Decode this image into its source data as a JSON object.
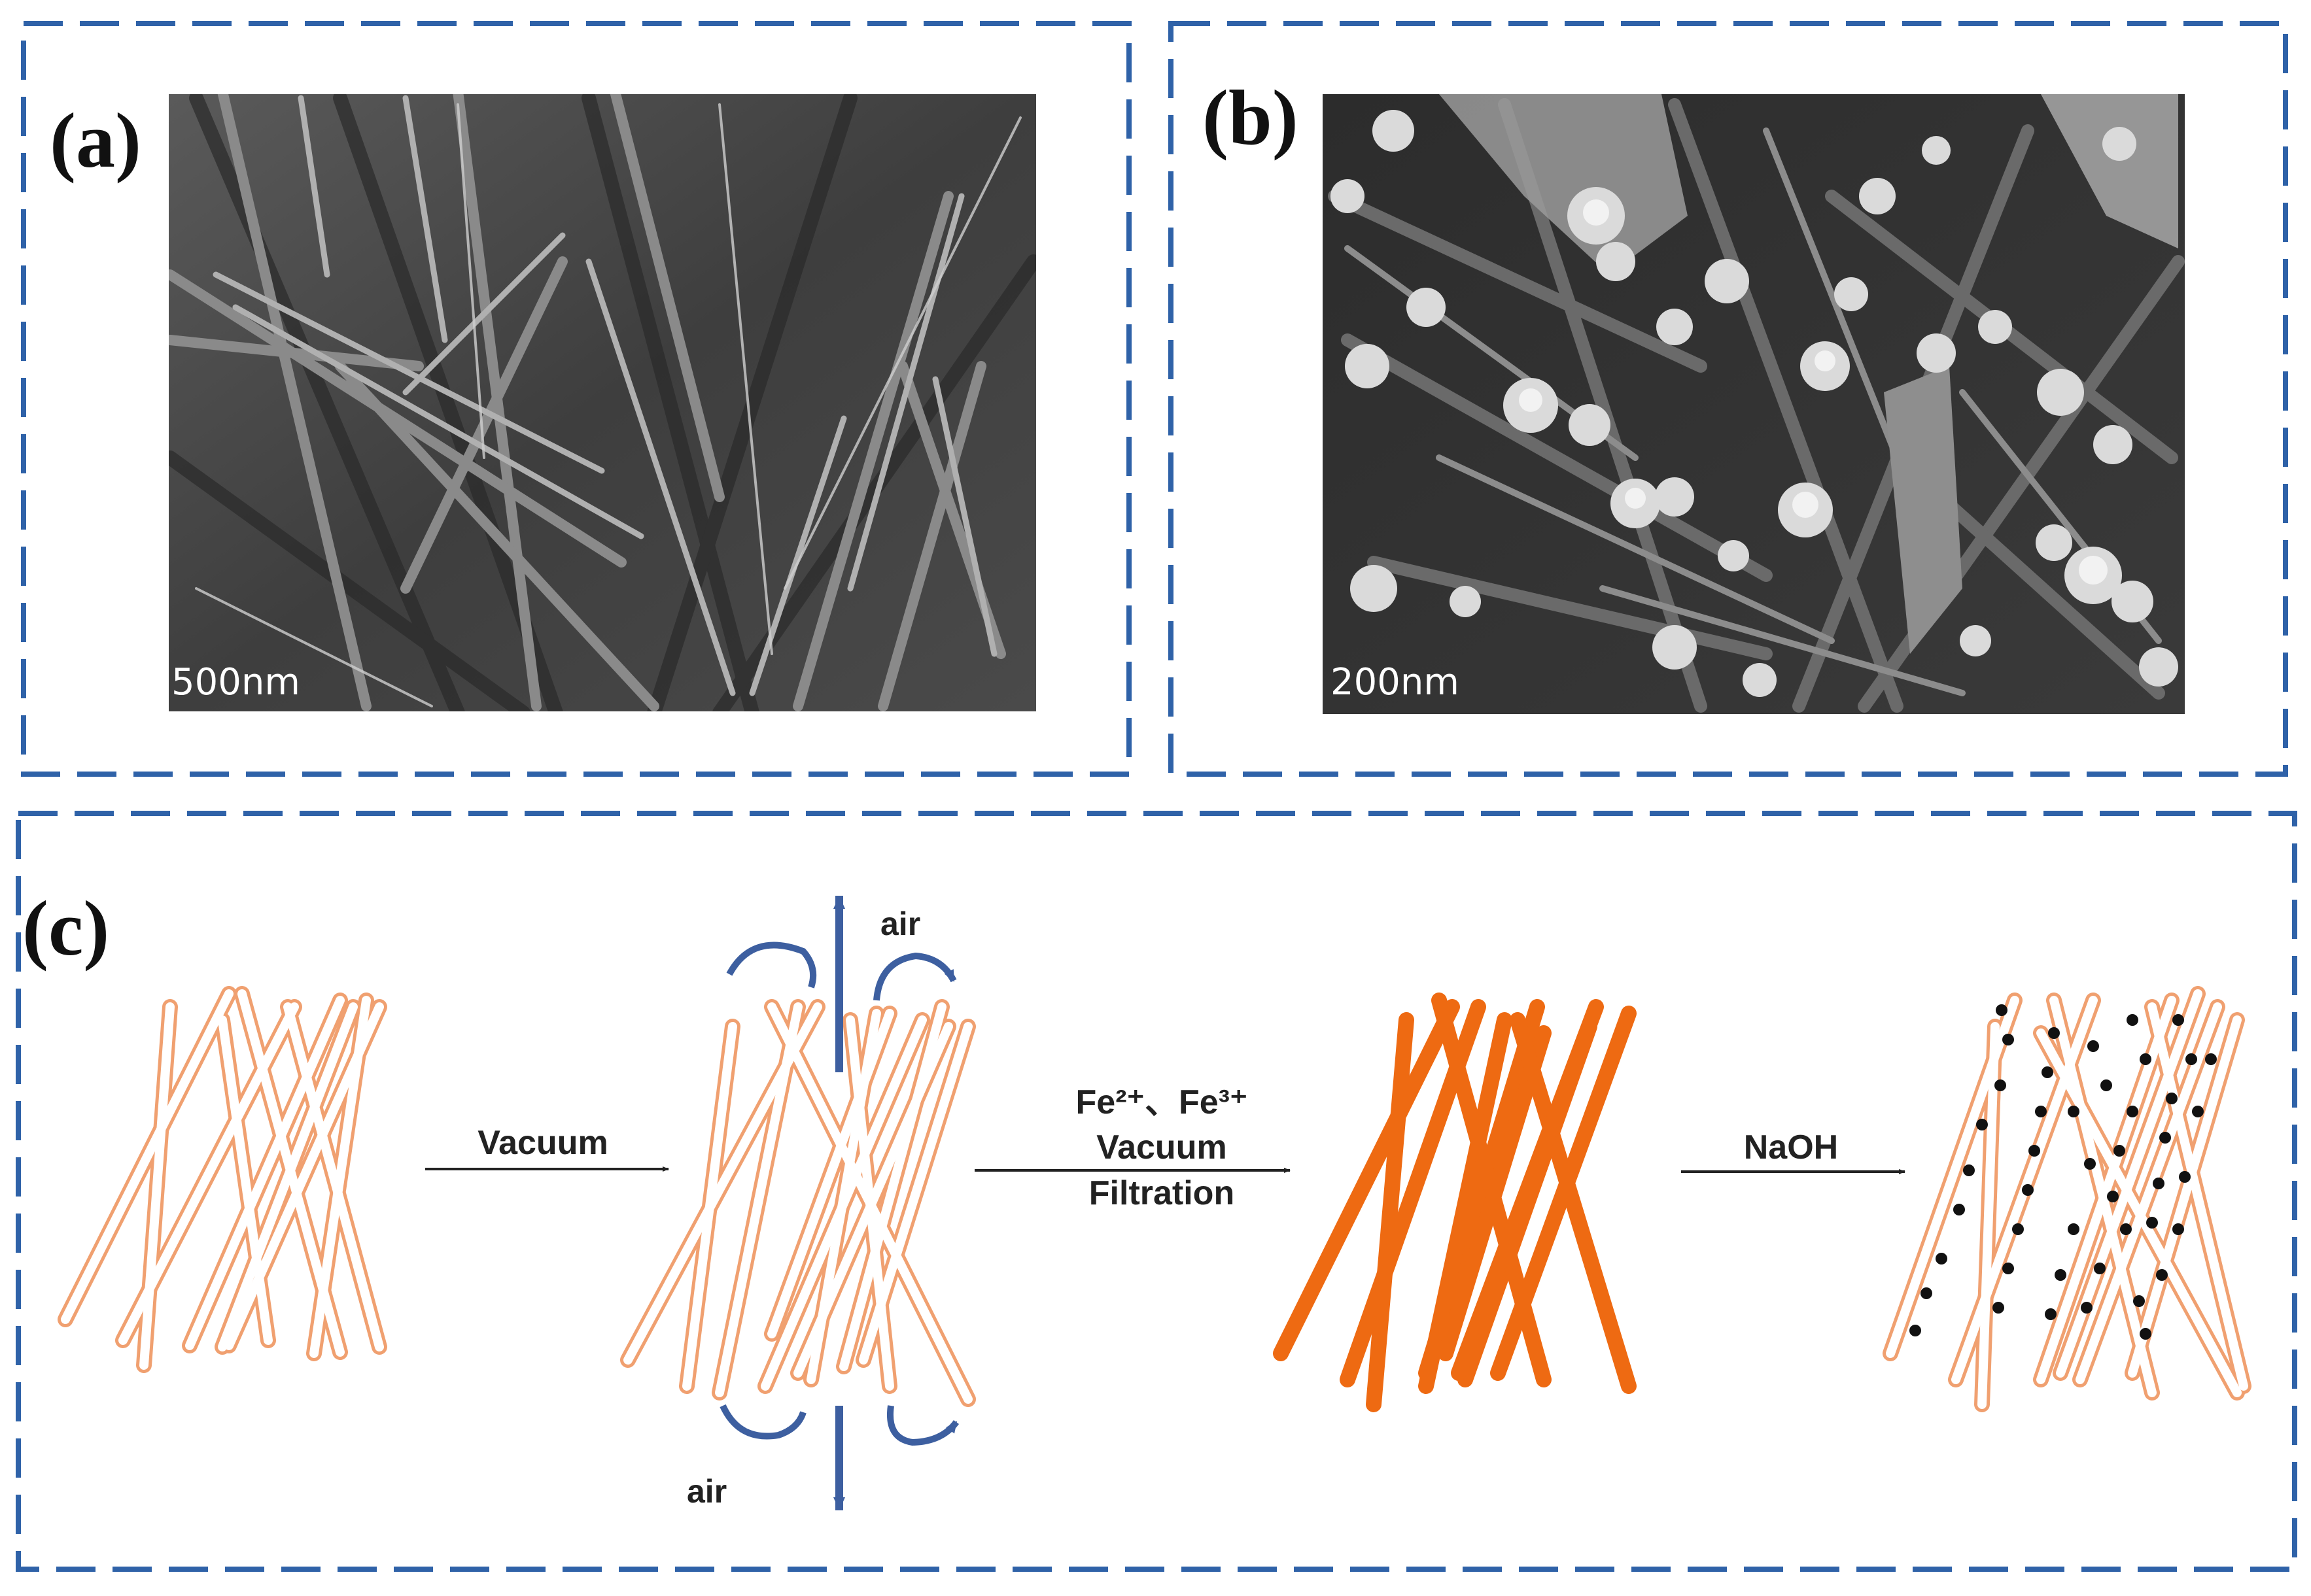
{
  "panels": {
    "a": {
      "label": "(a)",
      "scale_bar": "500nm"
    },
    "b": {
      "label": "(b)",
      "scale_bar": "200nm"
    },
    "c": {
      "label": "(c)",
      "steps": [
        {
          "label_lines": [
            "Vacuum"
          ]
        },
        {
          "label_lines": [
            "Fe²⁺、Fe³⁺",
            "Vacuum",
            "Filtration"
          ]
        },
        {
          "label_lines": [
            "NaOH"
          ]
        }
      ],
      "airflow": {
        "top_label": "air",
        "bottom_label": "air"
      }
    }
  },
  "colors": {
    "frame": "#2f62a8",
    "fiber_outline": "#f0a070",
    "fiber_solid": "#ee6a12",
    "particle": "#111111",
    "airflow": "#3d5fa0"
  }
}
